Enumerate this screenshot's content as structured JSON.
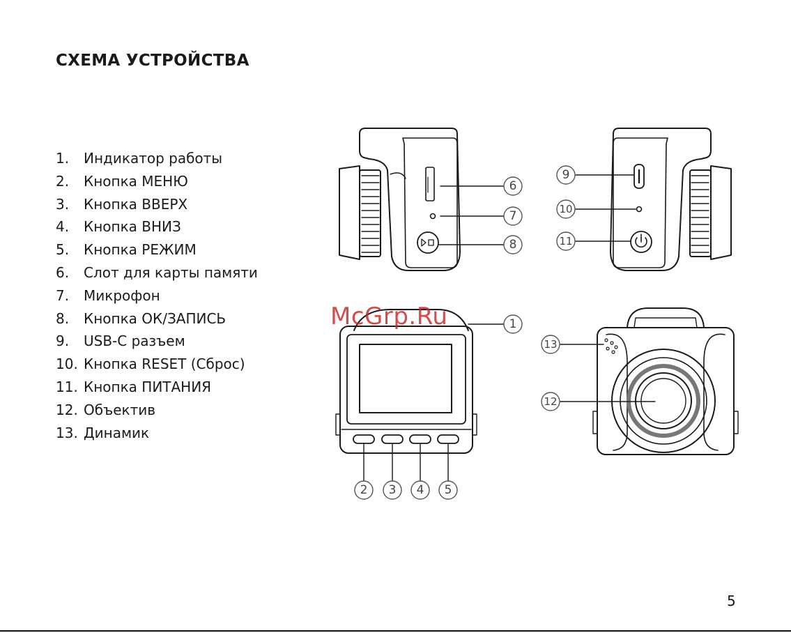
{
  "title": "СХЕМА УСТРОЙСТВА",
  "parts": [
    {
      "num": "1.",
      "label": "Индикатор работы"
    },
    {
      "num": "2.",
      "label": "Кнопка МЕНЮ"
    },
    {
      "num": "3.",
      "label": "Кнопка ВВЕРХ"
    },
    {
      "num": "4.",
      "label": "Кнопка ВНИЗ"
    },
    {
      "num": "5.",
      "label": "Кнопка РЕЖИМ"
    },
    {
      "num": "6.",
      "label": "Слот для карты памяти"
    },
    {
      "num": "7.",
      "label": "Микрофон"
    },
    {
      "num": "8.",
      "label": "Кнопка ОК/ЗАПИСЬ"
    },
    {
      "num": "9.",
      "label": "USB-C разъем"
    },
    {
      "num": "10.",
      "label": "Кнопка RESET (Сброс)"
    },
    {
      "num": "11.",
      "label": "Кнопка ПИТАНИЯ"
    },
    {
      "num": "12.",
      "label": "Объектив"
    },
    {
      "num": "13.",
      "label": "Динамик"
    }
  ],
  "callouts": {
    "c1": "1",
    "c2": "2",
    "c3": "3",
    "c4": "4",
    "c5": "5",
    "c6": "6",
    "c7": "7",
    "c8": "8",
    "c9": "9",
    "c10": "10",
    "c11": "11",
    "c12": "12",
    "c13": "13"
  },
  "watermark": "McGrp.Ru",
  "page_number": "5"
}
